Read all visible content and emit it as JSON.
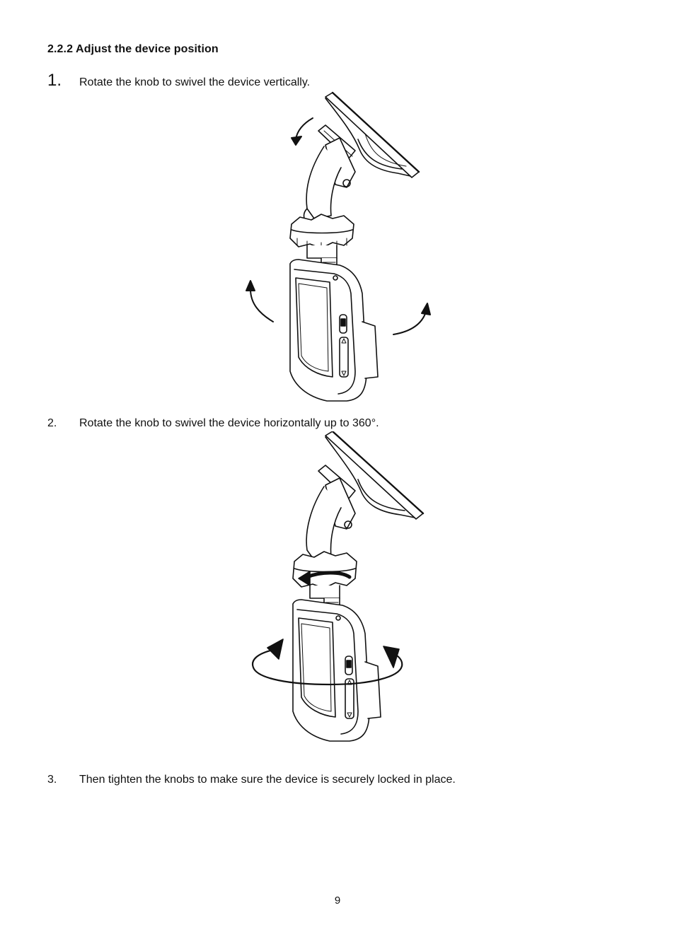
{
  "section": {
    "heading": "2.2.2  Adjust the device position"
  },
  "steps": [
    {
      "number": "1.",
      "text": "Rotate the knob to swivel the device vertically."
    },
    {
      "number": "2.",
      "text": "Rotate the knob to swivel the device horizontally up to 360°."
    },
    {
      "number": "3.",
      "text": "Then tighten the knobs to make sure the device is securely locked in place."
    }
  ],
  "figures": [
    {
      "icon": "dashcam-vertical-swivel-illustration"
    },
    {
      "icon": "dashcam-horizontal-swivel-illustration"
    }
  ],
  "footer": {
    "page_number": "9"
  }
}
